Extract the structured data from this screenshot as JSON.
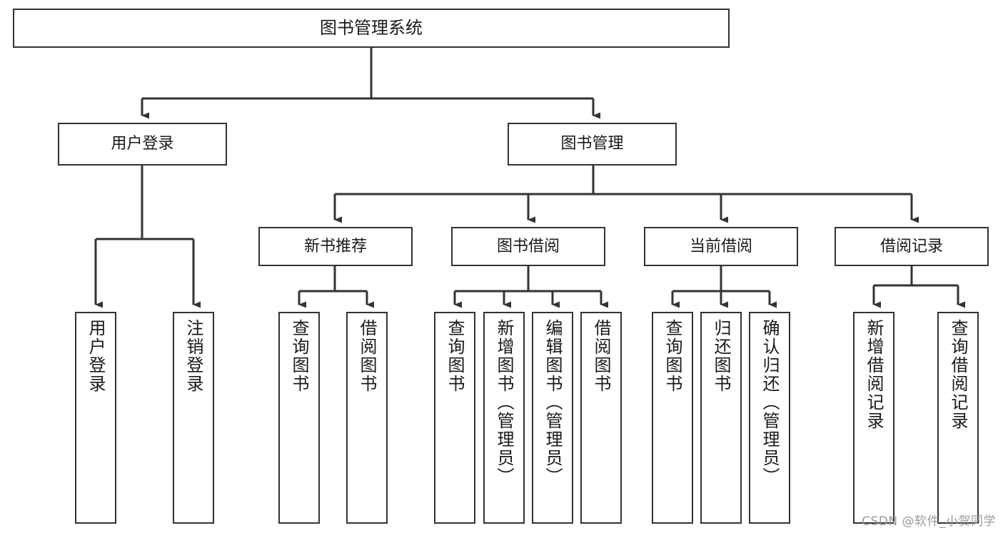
{
  "diagram": {
    "title": "图书管理系统",
    "type": "tree",
    "watermark": "CSDN @软件_小贺同学",
    "colors": {
      "box_stroke": "#333333",
      "box_fill": "#ffffff",
      "edge_stroke": "#333333",
      "text": "#1a1a1a",
      "watermark": "#9a9a9a",
      "background": "#ffffff"
    }
  },
  "nodes": {
    "root": {
      "label": "图书管理系统"
    },
    "level2": [
      {
        "id": "user-login",
        "label": "用户登录"
      },
      {
        "id": "book-manage",
        "label": "图书管理"
      }
    ],
    "level3": [
      {
        "id": "new-book-recommend",
        "label": "新书推荐"
      },
      {
        "id": "book-borrow",
        "label": "图书借阅"
      },
      {
        "id": "current-borrow",
        "label": "当前借阅"
      },
      {
        "id": "borrow-record",
        "label": "借阅记录"
      }
    ],
    "leaves": {
      "user-login": [
        {
          "id": "leaf-user-login",
          "label": "用户登录"
        },
        {
          "id": "leaf-logout-login",
          "label": "注销登录"
        }
      ],
      "new-book-recommend": [
        {
          "id": "leaf-query-book-1",
          "label": "查询图书"
        },
        {
          "id": "leaf-borrow-book-1",
          "label": "借阅图书"
        }
      ],
      "book-borrow": [
        {
          "id": "leaf-query-book-2",
          "label": "查询图书"
        },
        {
          "id": "leaf-add-book",
          "label": "新增图书（管理员）"
        },
        {
          "id": "leaf-edit-book",
          "label": "编辑图书（管理员）"
        },
        {
          "id": "leaf-borrow-book-2",
          "label": "借阅图书"
        }
      ],
      "current-borrow": [
        {
          "id": "leaf-query-book-3",
          "label": "查询图书"
        },
        {
          "id": "leaf-return-book",
          "label": "归还图书"
        },
        {
          "id": "leaf-confirm-return",
          "label": "确认归还（管理员）"
        }
      ],
      "borrow-record": [
        {
          "id": "leaf-add-record",
          "label": "新增借阅记录"
        },
        {
          "id": "leaf-query-record",
          "label": "查询借阅记录"
        }
      ]
    }
  }
}
